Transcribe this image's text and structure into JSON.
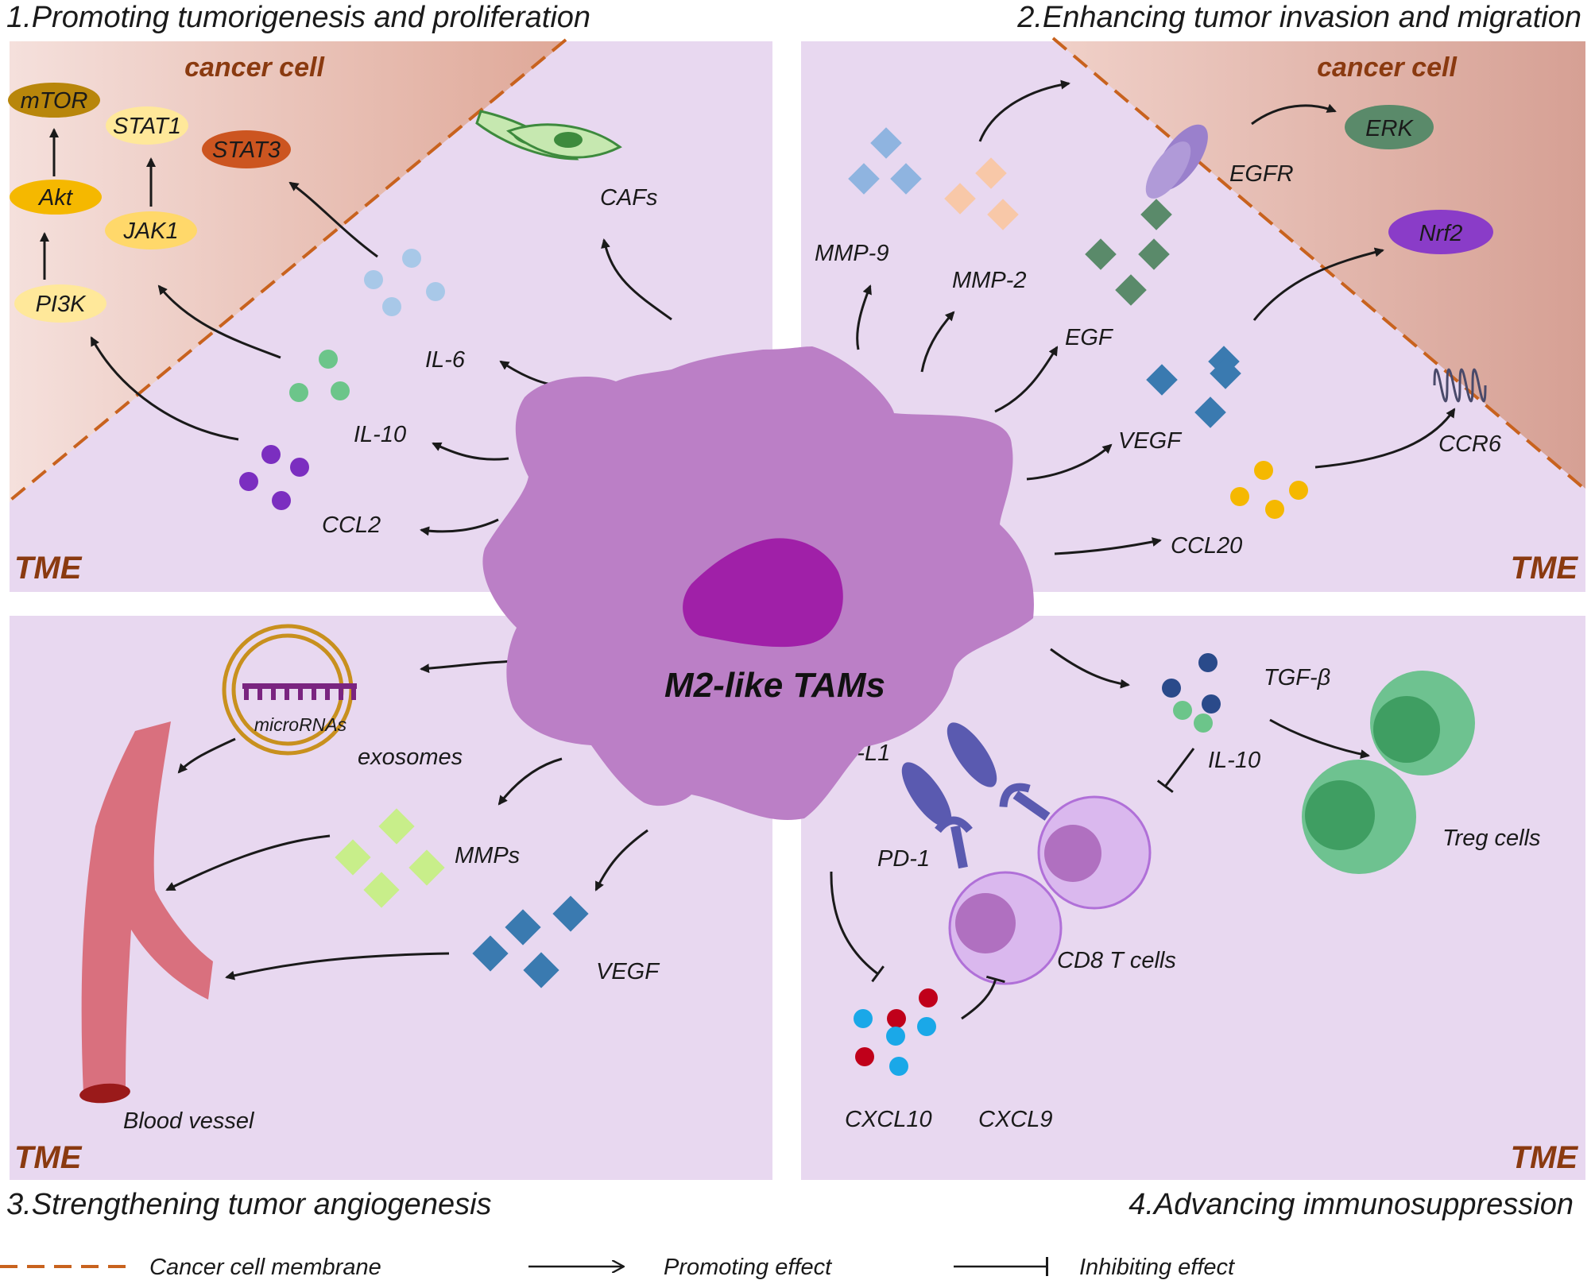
{
  "panels": {
    "p1_title": "1.Promoting tumorigenesis and proliferation",
    "p2_title": "2.Enhancing tumor invasion and migration",
    "p3_title": "3.Strengthening tumor angiogenesis",
    "p4_title": "4.Advancing immunosuppression",
    "tme": "TME",
    "cancer_cell": "cancer cell"
  },
  "center_label": "M2-like TAMs",
  "p1": {
    "mtor": "mTOR",
    "stat1": "STAT1",
    "stat3": "STAT3",
    "akt": "Akt",
    "jak1": "JAK1",
    "pi3k": "PI3K",
    "cafs": "CAFs",
    "il6": "IL-6",
    "il10": "IL-10",
    "ccl2": "CCL2"
  },
  "p2": {
    "erk": "ERK",
    "egfr": "EGFR",
    "nrf2": "Nrf2",
    "mmp9": "MMP-9",
    "mmp2": "MMP-2",
    "egf": "EGF",
    "vegf": "VEGF",
    "ccr6": "CCR6",
    "ccl20": "CCL20"
  },
  "p3": {
    "micrornas": "microRNAs",
    "exosomes": "exosomes",
    "mmps": "MMPs",
    "vegf": "VEGF",
    "blood_vessel": "Blood vessel"
  },
  "p4": {
    "tgfb": "TGF-β",
    "il10": "IL-10",
    "pdl1": "PD-L1",
    "pd1": "PD-1",
    "cd8": "CD8 T cells",
    "treg": "Treg cells",
    "cxcl10": "CXCL10",
    "cxcl9": "CXCL9"
  },
  "legend": {
    "membrane": "Cancer cell membrane",
    "promoting": "Promoting effect",
    "inhibiting": "Inhibiting effect"
  },
  "colors": {
    "panel_bg": "#e8d8f0",
    "cancer_cell_bg": "#e2b8aa",
    "membrane": "#c8621e",
    "macrophage": "#b97fc2",
    "nucleus": "#a020a8",
    "tme_text": "#8a3a10"
  }
}
